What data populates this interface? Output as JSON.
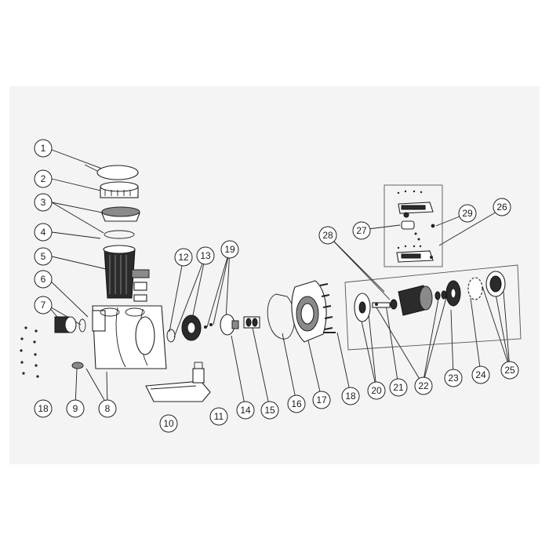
{
  "diagram": {
    "callouts": [
      "1",
      "2",
      "3",
      "4",
      "5",
      "6",
      "7",
      "8",
      "9",
      "10",
      "11",
      "12",
      "13",
      "14",
      "15",
      "16",
      "17",
      "18",
      "18",
      "19",
      "20",
      "21",
      "22",
      "23",
      "24",
      "25",
      "26",
      "27",
      "28",
      "29"
    ]
  }
}
